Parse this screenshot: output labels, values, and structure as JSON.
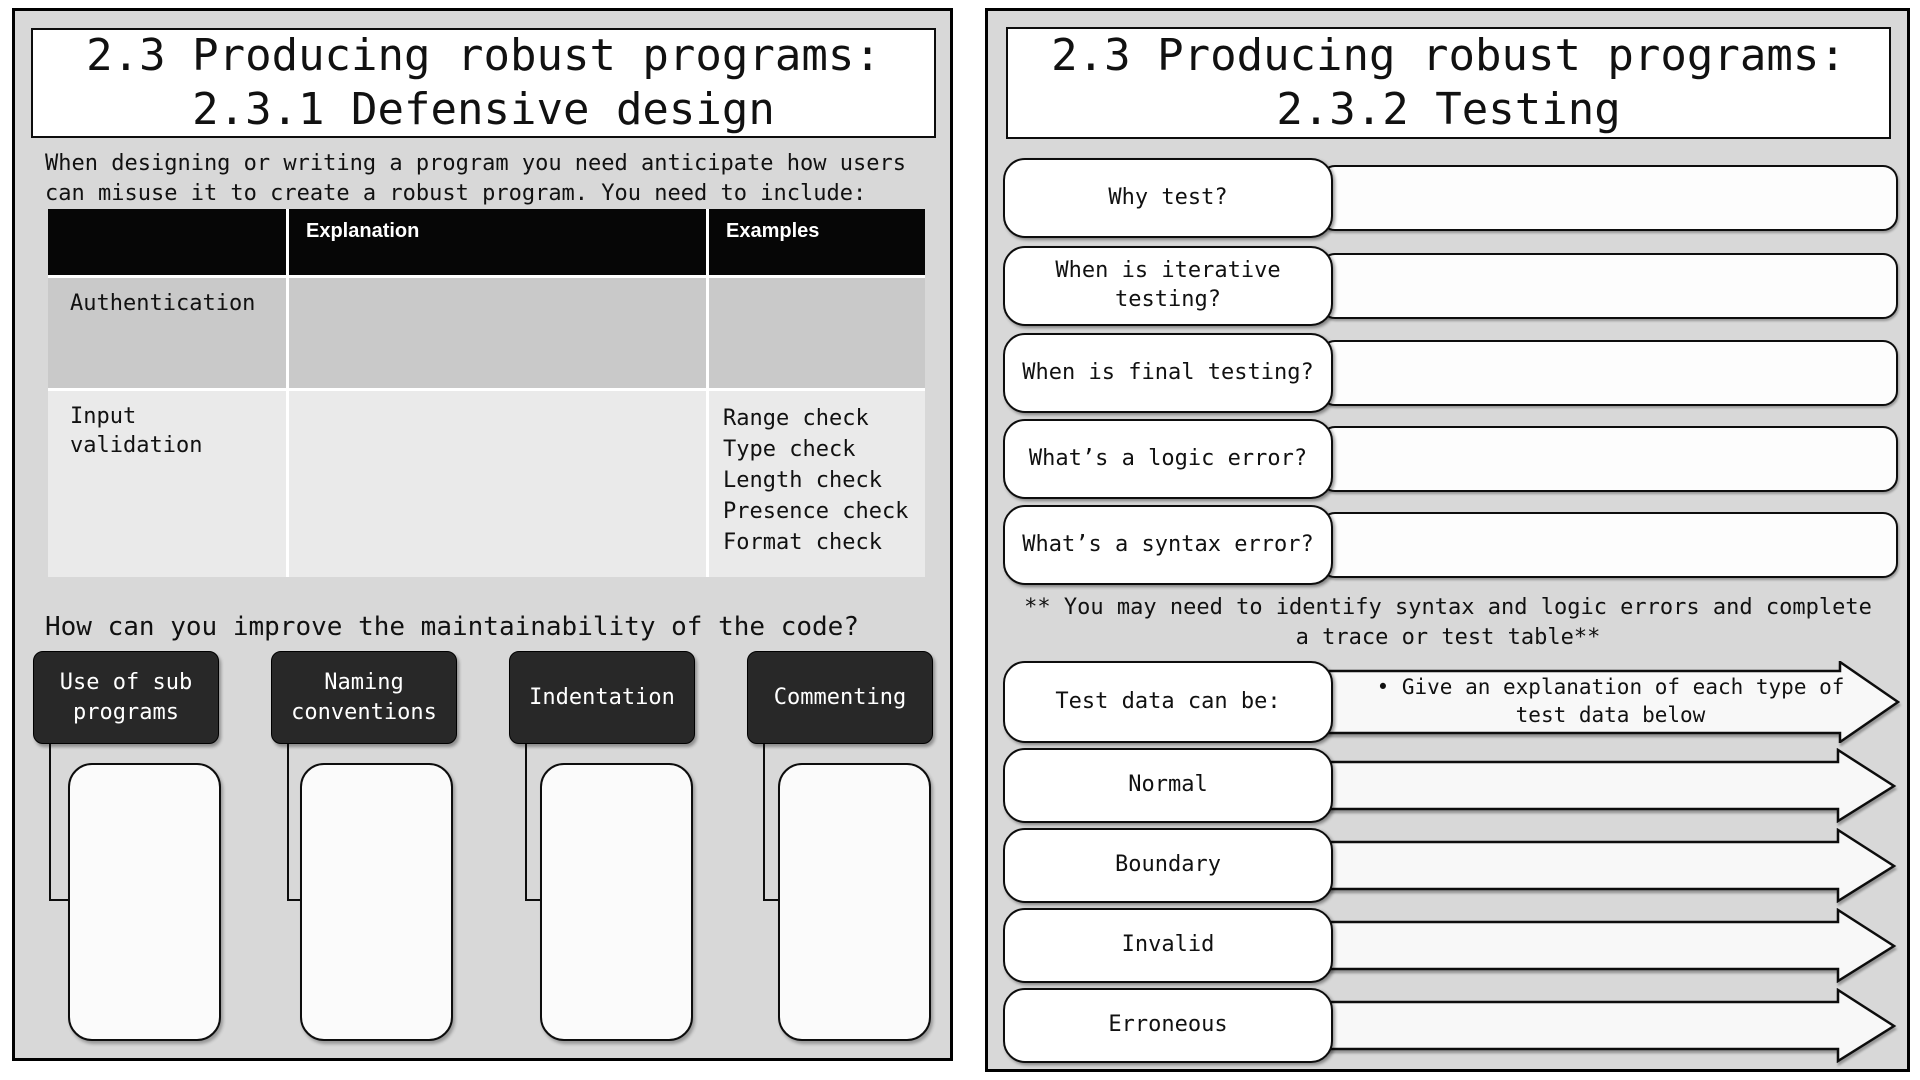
{
  "colors": {
    "page_bg": "#ffffff",
    "panel_bg": "#d8d8d8",
    "panel_border": "#000000",
    "table_header_bg": "#060606",
    "table_header_text": "#ffffff",
    "table_row1_bg": "#c9c9c9",
    "table_row2_bg": "#eaeaea",
    "dark_box_bg": "#282828",
    "dark_box_text": "#ffffff",
    "shape_fill": "#fbfbfb",
    "shape_border": "#0d0d0d"
  },
  "left_panel": {
    "title": "2.3 Producing robust programs:\n2.3.1 Defensive design",
    "intro": "When designing or writing a program you need anticipate how users\ncan misuse it to create a robust program. You need to include:",
    "table": {
      "headers": [
        "",
        "Explanation",
        "Examples"
      ],
      "rows": [
        {
          "label": "Authentication",
          "explanation": "",
          "examples": []
        },
        {
          "label": "Input\nvalidation",
          "explanation": "",
          "examples": [
            "Range check",
            "Type check",
            "Length check",
            "Presence check",
            "Format check"
          ]
        }
      ]
    },
    "question": "How can you improve the maintainability of the code?",
    "maintainability_items": [
      "Use of sub\nprograms",
      "Naming\nconventions",
      "Indentation",
      "Commenting"
    ]
  },
  "right_panel": {
    "title": "2.3 Producing robust programs:\n2.3.2 Testing",
    "questions": [
      "Why test?",
      "When is iterative\ntesting?",
      "When is final testing?",
      "What’s a logic error?",
      "What’s a syntax error?"
    ],
    "note": "** You may need to identify syntax and logic errors and complete\na trace or test table**",
    "test_data_label": "Test data can be:",
    "test_data_instruction": "• Give an explanation of each type of\ntest data below",
    "test_data_types": [
      "Normal",
      "Boundary",
      "Invalid",
      "Erroneous"
    ]
  }
}
